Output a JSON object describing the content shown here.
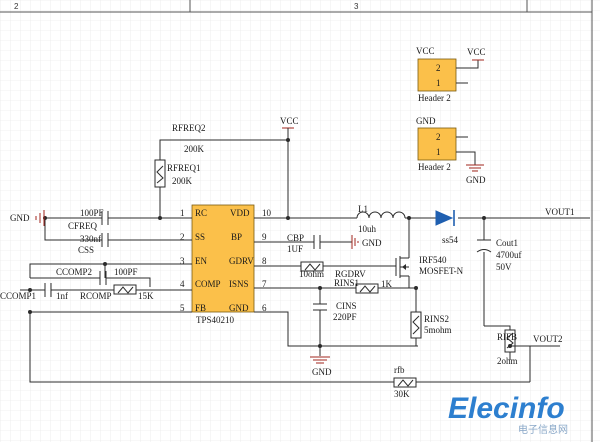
{
  "ruler": {
    "col2": "2",
    "col3": "3"
  },
  "ic": {
    "ref": "TPS40210",
    "pins_left": [
      {
        "num": "1",
        "name": "RC"
      },
      {
        "num": "2",
        "name": "SS"
      },
      {
        "num": "3",
        "name": "EN"
      },
      {
        "num": "4",
        "name": "COMP"
      },
      {
        "num": "5",
        "name": "FB"
      }
    ],
    "pins_right": [
      {
        "num": "10",
        "name": "VDD"
      },
      {
        "num": "9",
        "name": "BP"
      },
      {
        "num": "8",
        "name": "GDRV"
      },
      {
        "num": "7",
        "name": "ISNS"
      },
      {
        "num": "6",
        "name": "GND"
      }
    ]
  },
  "headers": {
    "vcc": {
      "title": "VCC",
      "pin2": "2",
      "pin1": "1",
      "label": "Header 2",
      "net": "VCC"
    },
    "gnd": {
      "title": "GND",
      "pin2": "2",
      "pin1": "1",
      "label": "Header 2",
      "net": "GND"
    }
  },
  "parts": {
    "rfreq2": {
      "ref": "RFREQ2",
      "value": "200K"
    },
    "rfreq1": {
      "ref": "RFREQ1",
      "value": "200K"
    },
    "cfreq": {
      "ref": "CFREQ",
      "value": "100PF"
    },
    "css": {
      "ref": "CSS",
      "value": "330nf"
    },
    "ccomp2": {
      "ref": "CCOMP2",
      "value": "100PF"
    },
    "ccomp1": {
      "ref": "CCOMP1",
      "value": "1nf"
    },
    "rcomp": {
      "ref": "RCOMP",
      "value": "15K"
    },
    "cbp": {
      "ref": "CBP",
      "value": "1UF"
    },
    "rgdrv": {
      "ref": "RGDRV",
      "value": "10ohm"
    },
    "rins1": {
      "ref": "RINS1",
      "value": "1K"
    },
    "cins": {
      "ref": "CINS",
      "value": "220PF"
    },
    "rins2": {
      "ref": "RINS2",
      "value": "5mohm"
    },
    "l1": {
      "ref": "L1",
      "value": "10uh"
    },
    "diode": {
      "ref": "ss54"
    },
    "mosfet": {
      "ref": "IRF540",
      "value": "MOSFET-N"
    },
    "cout1": {
      "ref": "Cout1",
      "value": "4700uf",
      "rating": "50V"
    },
    "rifb": {
      "ref": "RIFB",
      "value": "2ohm"
    },
    "rfb": {
      "ref": "rfb",
      "value": "30K"
    }
  },
  "nets": {
    "vcc": "VCC",
    "gnd": "GND",
    "vout1": "VOUT1",
    "vout2": "VOUT2"
  },
  "watermark": {
    "brand": "Elecinfo",
    "sub": "电子信息网"
  },
  "colors": {
    "wire": "#2b2b2b",
    "power": "#a0261c",
    "ic_fill": "#fbc04a",
    "header_fill": "#fbc04a",
    "grid": "#e3e3e3",
    "diode": "#1f5fb0",
    "watermark": "#2d7fcf"
  }
}
